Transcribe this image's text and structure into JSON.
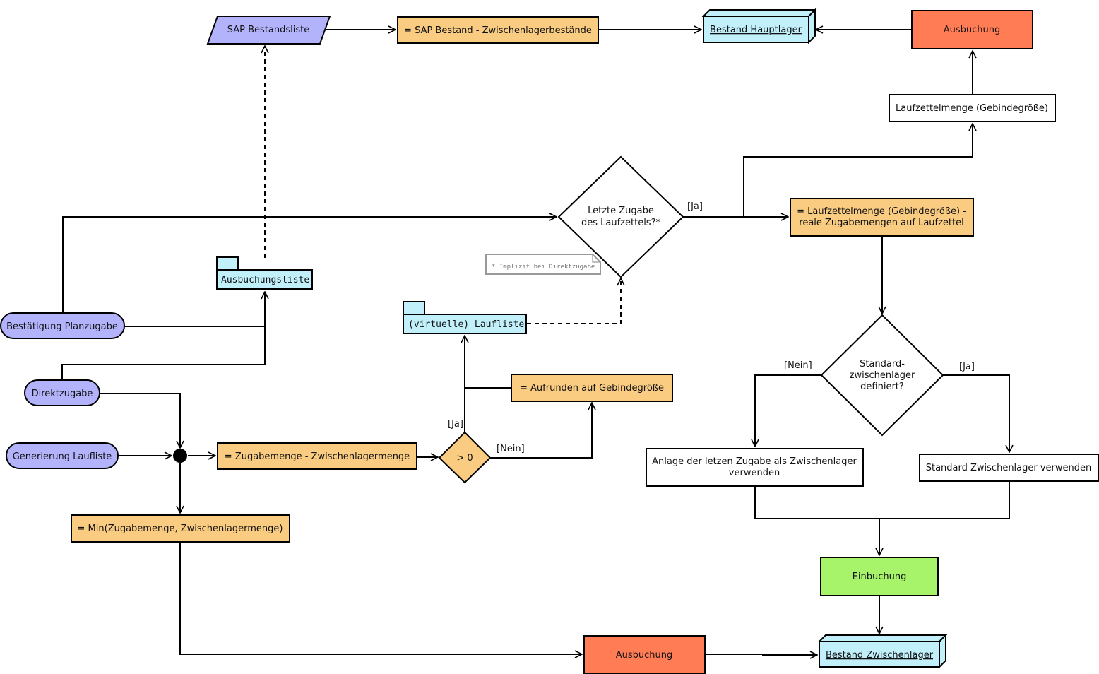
{
  "colors": {
    "event": "#b3b3fb",
    "calc": "#f9cc82",
    "store": "#c1f0fb",
    "outbound": "#ff7c55",
    "inbound": "#a7f36a",
    "action": "#ffffff",
    "note_border": "#999999"
  },
  "nodes": {
    "sap_bestandsliste": "SAP Bestandsliste",
    "sap_bestand_calc": "= SAP Bestand - Zwischenlagerbestände",
    "bestand_hauptlager": "Bestand Hauptlager",
    "ausbuchung_top": "Ausbuchung",
    "laufzettelmenge": "Laufzettelmenge (Gebindegröße)",
    "letzte_zugabe_line1": "Letzte Zugabe",
    "letzte_zugabe_line2": "des Laufzettels?*",
    "laufzettel_calc_line1": "= Laufzettelmenge (Gebindegröße) -",
    "laufzettel_calc_line2": "reale Zugabemengen auf Laufzettel",
    "note": "* Implizit bei Direktzugabe",
    "ausbuchungsliste": "Ausbuchungsliste",
    "bestaetigung_planzugabe": "Bestätigung Planzugabe",
    "virtuelle_laufliste": "(virtuelle) Laufliste",
    "direktzugabe": "Direktzugabe",
    "aufrunden": "= Aufrunden auf Gebindegröße",
    "generierung_laufliste": "Generierung Laufliste",
    "zugabemenge_calc": "= Zugabemenge - Zwischenlagermenge",
    "groesser_null": "> 0",
    "min_calc": "= Min(Zugabemenge, Zwischenlagermenge)",
    "standard_line1": "Standard-",
    "standard_line2": "zwischenlager",
    "standard_line3": "definiert?",
    "anlage_line1": "Anlage der letzen Zugabe als Zwischenlager",
    "anlage_line2": "verwenden",
    "standard_verwenden": "Standard Zwischenlager verwenden",
    "einbuchung": "Einbuchung",
    "ausbuchung_bottom": "Ausbuchung",
    "bestand_zwischenlager": "Bestand Zwischenlager"
  },
  "edge_labels": {
    "ja_letzte": "[Ja]",
    "ja_groesser": "[Ja]",
    "nein_groesser": "[Nein]",
    "nein_standard": "[Nein]",
    "ja_standard": "[Ja]"
  }
}
